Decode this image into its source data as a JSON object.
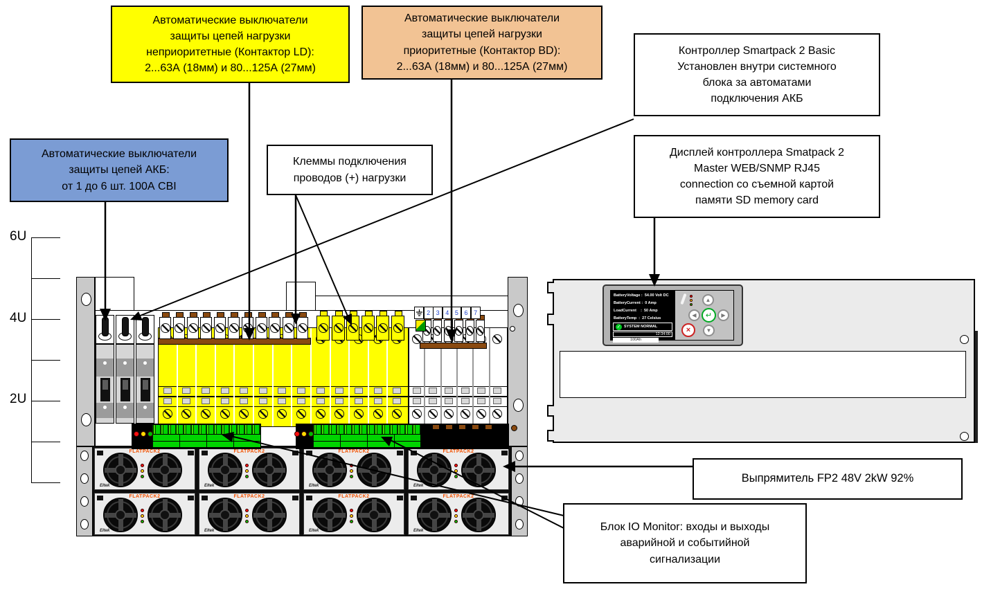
{
  "callouts": {
    "load_nonpriority": "Автоматические выключатели\nзащиты цепей нагрузки\nнеприоритетные (Контактор LD):\n2...63А (18мм) и 80...125А (27мм)",
    "load_priority": "Автоматические выключатели\nзащиты цепей нагрузки\nприоритетные (Контактор BD):\n2...63А (18мм) и 80...125А (27мм)",
    "controller_basic": "Контроллер Smartpack 2 Basic\nУстановлен внутри системного\nблока за автоматами\nподключения АКБ",
    "controller_display": "Дисплей контроллера Smatpack 2\nMaster WEB/SNMP RJ45\nconnection со съемной картой\nпамяти SD memory card",
    "battery_breakers": "Автоматические выключатели\nзащиты цепей АКБ:\nот 1 до 6 шт. 100А CBI",
    "load_terminals": "Клеммы подключения\nпроводов (+) нагрузки",
    "rectifier": "Выпрямитель FP2 48V 2kW  92%",
    "io_monitor": "Блок IO Monitor: входы и выходы\nаварийной и событийной\nсигнализации"
  },
  "rack_scale": {
    "labels": [
      "6U",
      "4U",
      "2U"
    ],
    "tick_count": 7
  },
  "terminal_strip_numbers": [
    "2",
    "3",
    "4",
    "5",
    "6",
    "7"
  ],
  "counts": {
    "battery_breakers": 3,
    "dc_load_terminals": 11,
    "priority_terminals": 6,
    "distribution_terminals": 6,
    "nonpriority_mcb_columns": 13,
    "priority_mcb_columns": 6,
    "rectifier_modules": 8,
    "modules_per_row": 4
  },
  "rectifier_module": {
    "brand": "FLATPACK2",
    "logo": "Eltek"
  },
  "controller_screen": {
    "lines": [
      "BatteryVoltage :  54.00 Volt DC",
      "BatteryCurrent :  0 Amp",
      "LoadCurrent    :  50 Amp",
      "BatteryTemp  :  27 Celsius"
    ],
    "status": "SYSTEM NORMAL",
    "time": "12:34:00",
    "footer": "100Ah"
  },
  "controller_keypad": {
    "up": "▲",
    "down": "▼",
    "left": "◀",
    "right": "▶",
    "enter": "↵",
    "cancel": "×"
  },
  "colors": {
    "highlight_yellow": "#ffff00",
    "highlight_orange": "#f2c394",
    "highlight_blue": "#7b9cd4",
    "breaker_yellow": "#ffff00",
    "terminal_green": "#00d400",
    "terminal_brown": "#8a4a10",
    "led_red": "#ff1111",
    "led_yellow": "#ffdd00",
    "led_green": "#00bb00",
    "brand_orange": "#f25100"
  }
}
